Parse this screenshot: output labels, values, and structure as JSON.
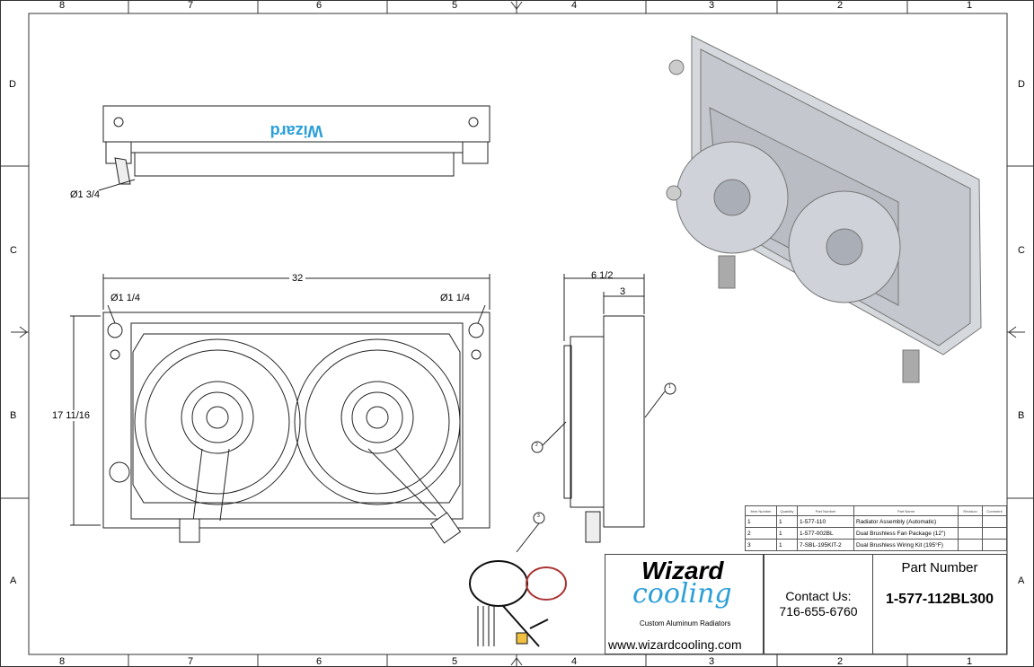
{
  "sheet": {
    "columns": [
      "8",
      "7",
      "6",
      "5",
      "4",
      "3",
      "2",
      "1"
    ],
    "rows": [
      "D",
      "C",
      "B",
      "A"
    ]
  },
  "dimensions": {
    "inlet_outlet_top": "Ø1 3/4",
    "width": "32",
    "port_left": "Ø1 1/4",
    "port_right": "Ø1 1/4",
    "height": "17 11/16",
    "depth_total": "6 1/2",
    "depth_core": "3"
  },
  "balloons": [
    "1",
    "2",
    "3"
  ],
  "top_view_logo": "Wizard",
  "bom": {
    "headers": [
      "Item Number",
      "Quantity",
      "Part Number",
      "Part Name",
      "Revision",
      "Comment"
    ],
    "rows": [
      {
        "item": "1",
        "qty": "1",
        "part_number": "1-577-110",
        "part_name": "Radiator Assembly (Automatic)",
        "revision": "",
        "comment": ""
      },
      {
        "item": "2",
        "qty": "1",
        "part_number": "1-577-002BL",
        "part_name": "Dual Brushless Fan Package (12\")",
        "revision": "",
        "comment": ""
      },
      {
        "item": "3",
        "qty": "1",
        "part_number": "7-SBL-195KIT-2",
        "part_name": "Dual Brushless Wiring Kit (195°F)",
        "revision": "",
        "comment": ""
      }
    ]
  },
  "title_block": {
    "logo_word1": "Wizard",
    "logo_word2": "cooling",
    "tagline": "Custom Aluminum Radiators",
    "website": "www.wizardcooling.com",
    "contact_label": "Contact Us:",
    "phone": "716-655-6760",
    "part_number_label": "Part Number",
    "part_number": "1-577-112BL300"
  },
  "colors": {
    "logo_blue": "#2a9fd8",
    "line": "#222222",
    "metal": "#c9ccd2"
  }
}
